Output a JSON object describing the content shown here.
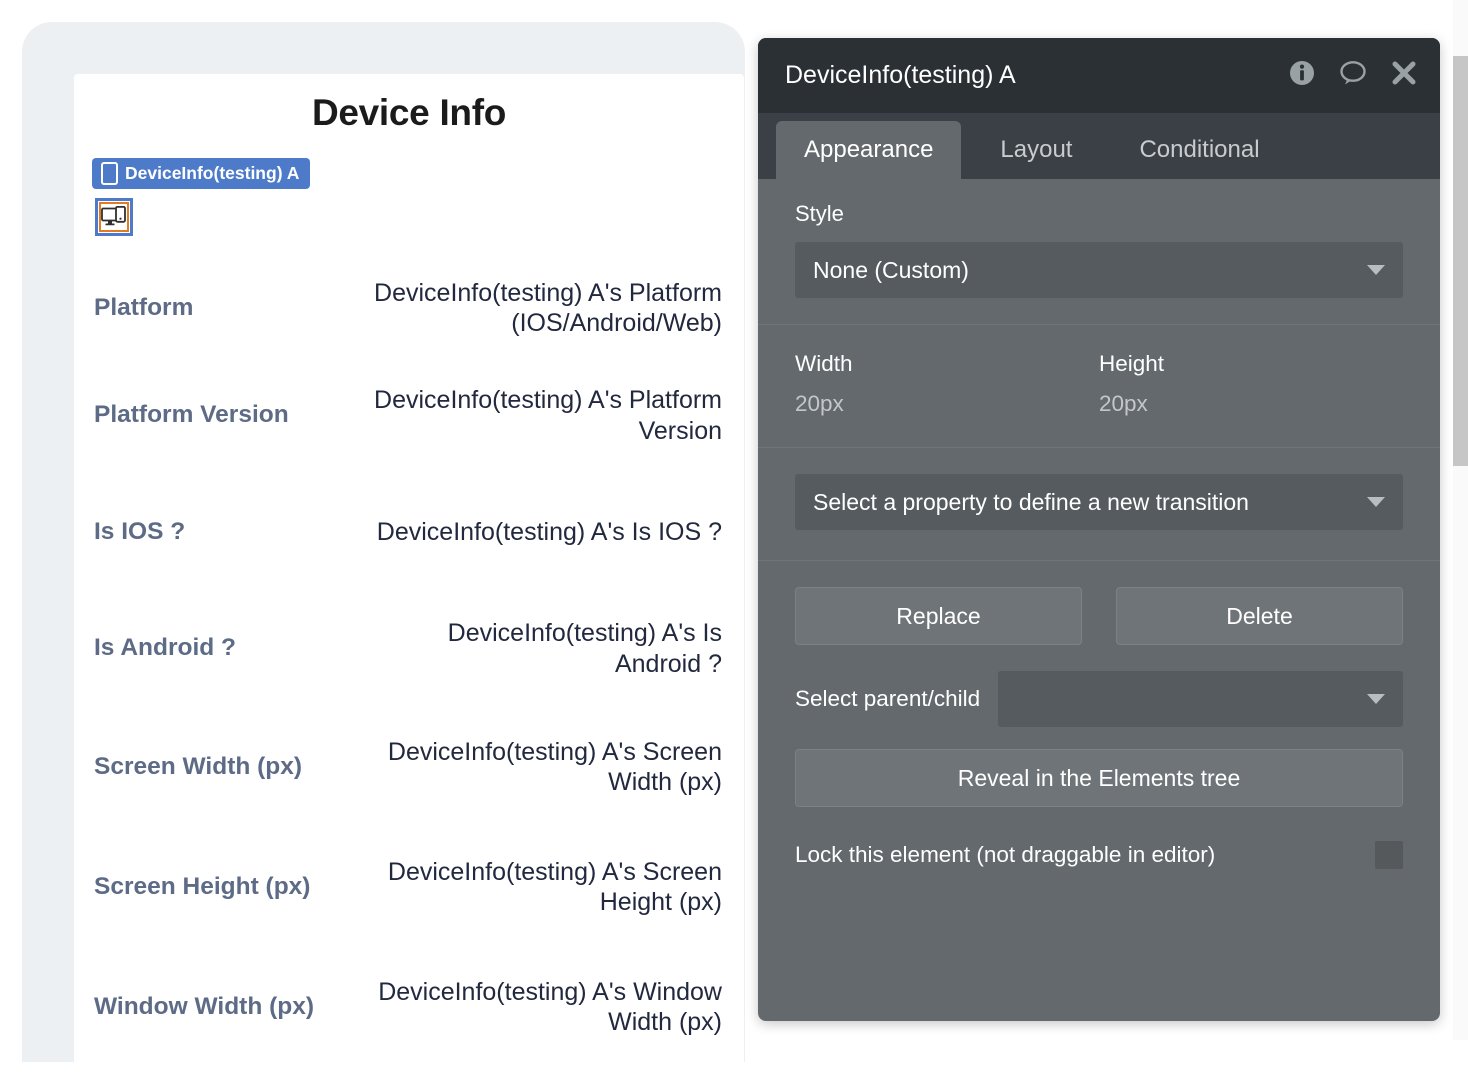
{
  "canvas": {
    "page_title": "Device Info",
    "selection_badge": {
      "label": "DeviceInfo(testing) A",
      "icon": "phone-icon",
      "color": "#4d7bc9"
    },
    "element_icon": {
      "name": "device-monitor-phone-icon",
      "selected_border": "#e07c23",
      "outer_border": "#4d7bc9"
    },
    "rows": [
      {
        "label": "Platform",
        "value": "DeviceInfo(testing) A's Platform (IOS/Android/Web)"
      },
      {
        "label": "Platform Version",
        "value": "DeviceInfo(testing) A's Platform Version"
      },
      {
        "label": "Is IOS ?",
        "value": "DeviceInfo(testing) A's Is IOS ?"
      },
      {
        "label": "Is Android ?",
        "value": "DeviceInfo(testing) A's Is Android ?"
      },
      {
        "label": "Screen Width (px)",
        "value": "DeviceInfo(testing) A's Screen Width (px)"
      },
      {
        "label": "Screen Height (px)",
        "value": "DeviceInfo(testing) A's Screen Height (px)"
      },
      {
        "label": "Window Width (px)",
        "value": "DeviceInfo(testing) A's Window Width (px)"
      }
    ]
  },
  "panel": {
    "header": {
      "title": "DeviceInfo(testing) A",
      "icons": [
        "info-icon",
        "comment-icon",
        "close-icon"
      ]
    },
    "tabs": [
      {
        "label": "Appearance",
        "active": true
      },
      {
        "label": "Layout",
        "active": false
      },
      {
        "label": "Conditional",
        "active": false
      }
    ],
    "style": {
      "label": "Style",
      "value": "None (Custom)"
    },
    "dimensions": {
      "width_label": "Width",
      "width_value": "20px",
      "height_label": "Height",
      "height_value": "20px"
    },
    "transition": {
      "placeholder": "Select a property to define a new transition"
    },
    "actions": {
      "replace": "Replace",
      "delete": "Delete"
    },
    "parent_child": {
      "label": "Select parent/child",
      "value": ""
    },
    "reveal_button": "Reveal in the Elements tree",
    "lock": {
      "label": "Lock this element (not draggable in editor)",
      "checked": false
    }
  },
  "colors": {
    "accent_blue": "#4d7bc9",
    "selection_orange": "#e07c23",
    "panel_bg": "#63696c",
    "panel_header_bg": "#2b3034",
    "tabbar_bg": "#3a4045",
    "label_text": "#5d6b86",
    "value_text": "#22293f",
    "canvas_frame": "#ecf0f2"
  }
}
